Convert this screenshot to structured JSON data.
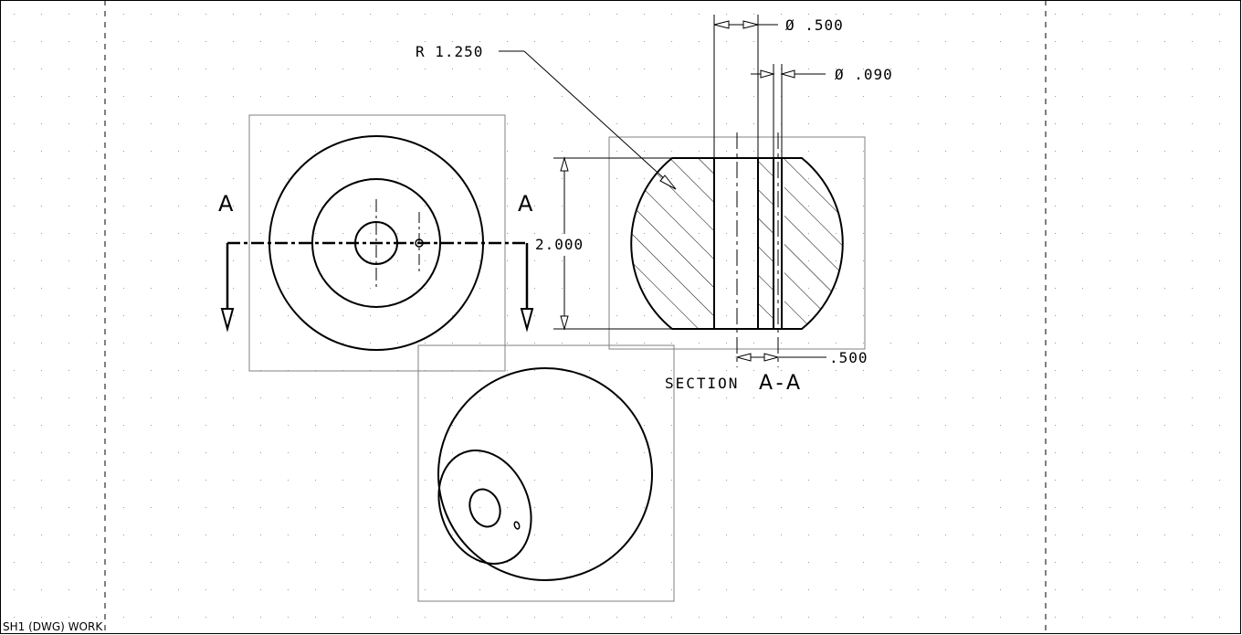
{
  "status_bar": {
    "text": "SH1 (DWG) WORK"
  },
  "front_view": {
    "cut_label_left": "A",
    "cut_label_right": "A"
  },
  "section_view": {
    "radius_dim": "R 1.250",
    "diameter_dim_1": "Ø .500",
    "diameter_dim_2": "Ø .090",
    "height_dim": "2.000",
    "offset_dim": ".500",
    "caption_word": "SECTION",
    "caption_id": "A-A"
  },
  "colors": {
    "background": "#ffffff",
    "geometry": "#000000",
    "view_frame": "#808080",
    "grid_dot": "#9a9a9a"
  }
}
